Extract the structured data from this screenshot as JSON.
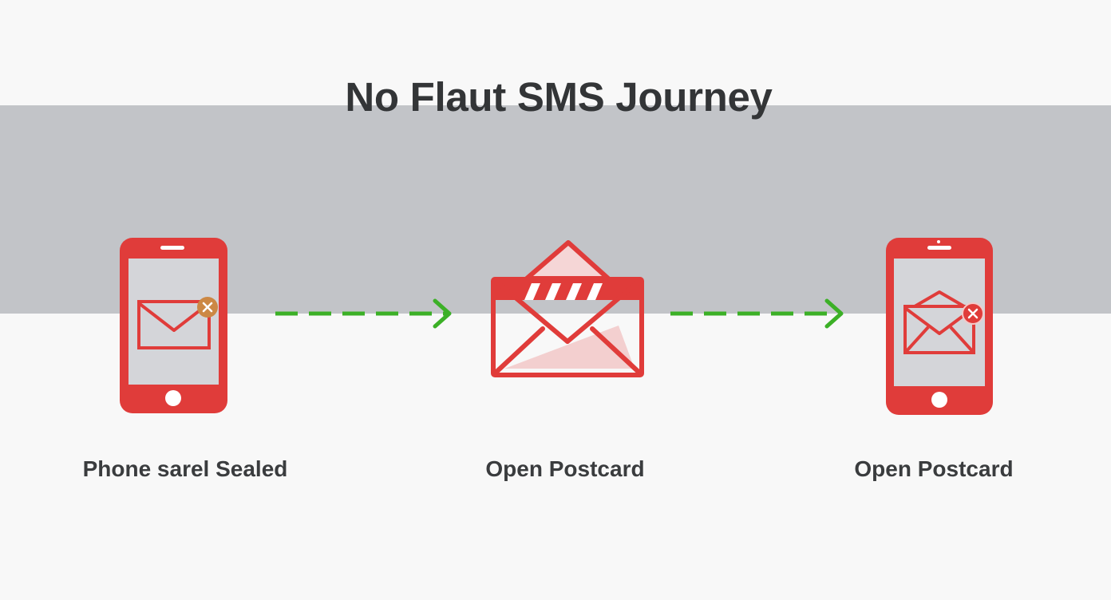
{
  "title": "No Flaut SMS Journey",
  "steps": [
    {
      "label": "Phone sarel Sealed",
      "icon": "phone-with-envelope-icon"
    },
    {
      "label": "Open Postcard",
      "icon": "open-envelope-icon"
    },
    {
      "label": "Open Postcard",
      "icon": "phone-with-open-envelope-icon"
    }
  ],
  "colors": {
    "accent_red": "#e03c3a",
    "arrow_green": "#3cb027",
    "band_gray": "#c2c4c8",
    "badge_orange": "#cc8844",
    "title_text": "#333537"
  }
}
